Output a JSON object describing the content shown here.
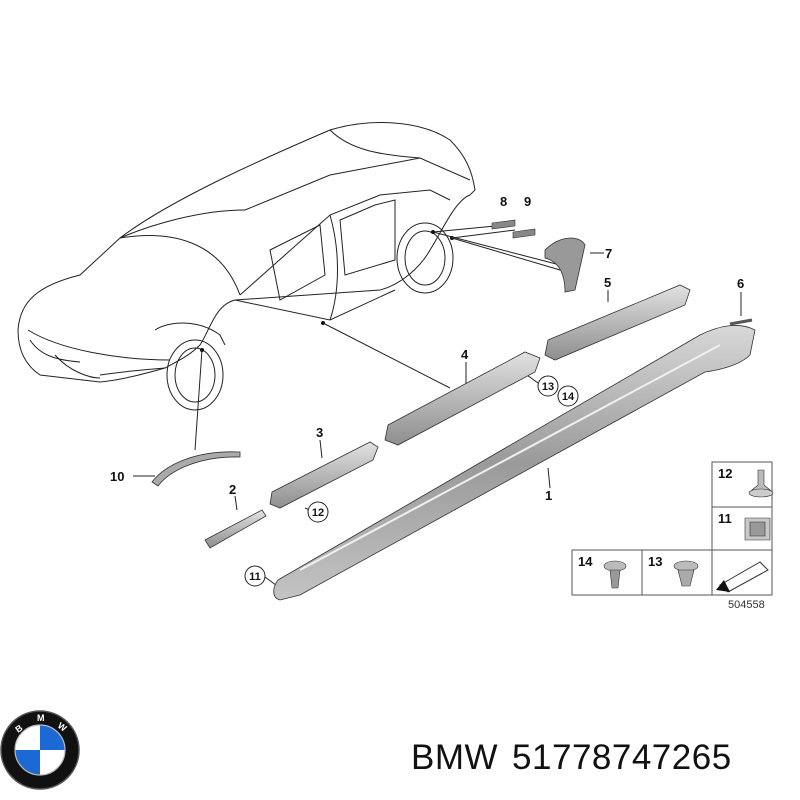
{
  "diagram": {
    "callouts": [
      "1",
      "2",
      "3",
      "4",
      "5",
      "6",
      "7",
      "8",
      "9",
      "10",
      "11",
      "12",
      "13",
      "14"
    ],
    "circled_callouts": [
      "11",
      "12",
      "13",
      "14"
    ],
    "legend": {
      "items": [
        "12",
        "11",
        "14",
        "13"
      ]
    },
    "reference_number": "504558"
  },
  "logo": {
    "letters": "BMW",
    "colors": {
      "blue": "#1c69d4",
      "white": "#ffffff",
      "black": "#111111"
    }
  },
  "caption": {
    "brand": "BMW",
    "part_number": "51778747265"
  }
}
